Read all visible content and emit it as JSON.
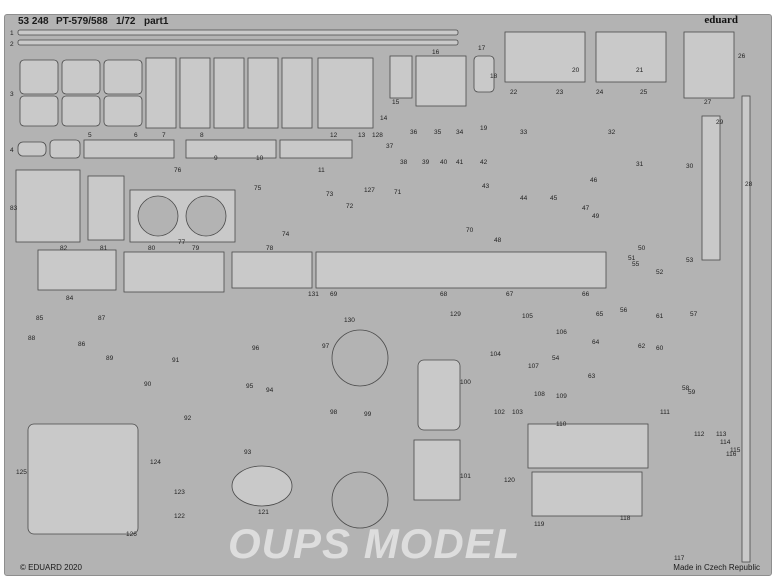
{
  "header": {
    "catalog_number": "53 248",
    "model_name": "PT-579/588",
    "scale": "1/72",
    "part_label": "part1",
    "brand": "eduard"
  },
  "footer": {
    "copyright": "© EDUARD 2020",
    "origin": "Made in Czech Republic"
  },
  "watermark": "OUPS MODEL",
  "colors": {
    "fret": "#b3b3b3",
    "part_stroke": "#4a4a4a",
    "part_fill": "#c9c9c9"
  },
  "part_numbers": [
    "1",
    "2",
    "3",
    "4",
    "5",
    "6",
    "7",
    "8",
    "9",
    "10",
    "11",
    "12",
    "13",
    "14",
    "15",
    "16",
    "17",
    "18",
    "19",
    "20",
    "21",
    "22",
    "23",
    "24",
    "25",
    "26",
    "27",
    "28",
    "29",
    "30",
    "31",
    "32",
    "33",
    "34",
    "35",
    "36",
    "37",
    "38",
    "39",
    "40",
    "41",
    "42",
    "43",
    "44",
    "45",
    "46",
    "47",
    "48",
    "49",
    "50",
    "51",
    "52",
    "53",
    "54",
    "55",
    "56",
    "57",
    "58",
    "59",
    "60",
    "61",
    "62",
    "63",
    "64",
    "65",
    "66",
    "67",
    "68",
    "69",
    "70",
    "71",
    "72",
    "73",
    "74",
    "75",
    "76",
    "77",
    "78",
    "79",
    "80",
    "81",
    "82",
    "83",
    "84",
    "85",
    "86",
    "87",
    "88",
    "89",
    "90",
    "91",
    "92",
    "93",
    "94",
    "95",
    "96",
    "97",
    "98",
    "99",
    "100",
    "101",
    "102",
    "103",
    "104",
    "105",
    "106",
    "107",
    "108",
    "109",
    "110",
    "111",
    "112",
    "113",
    "114",
    "115",
    "116",
    "117",
    "118",
    "119",
    "120",
    "121",
    "122",
    "123",
    "124",
    "125",
    "126",
    "127",
    "128",
    "129",
    "130",
    "131"
  ]
}
